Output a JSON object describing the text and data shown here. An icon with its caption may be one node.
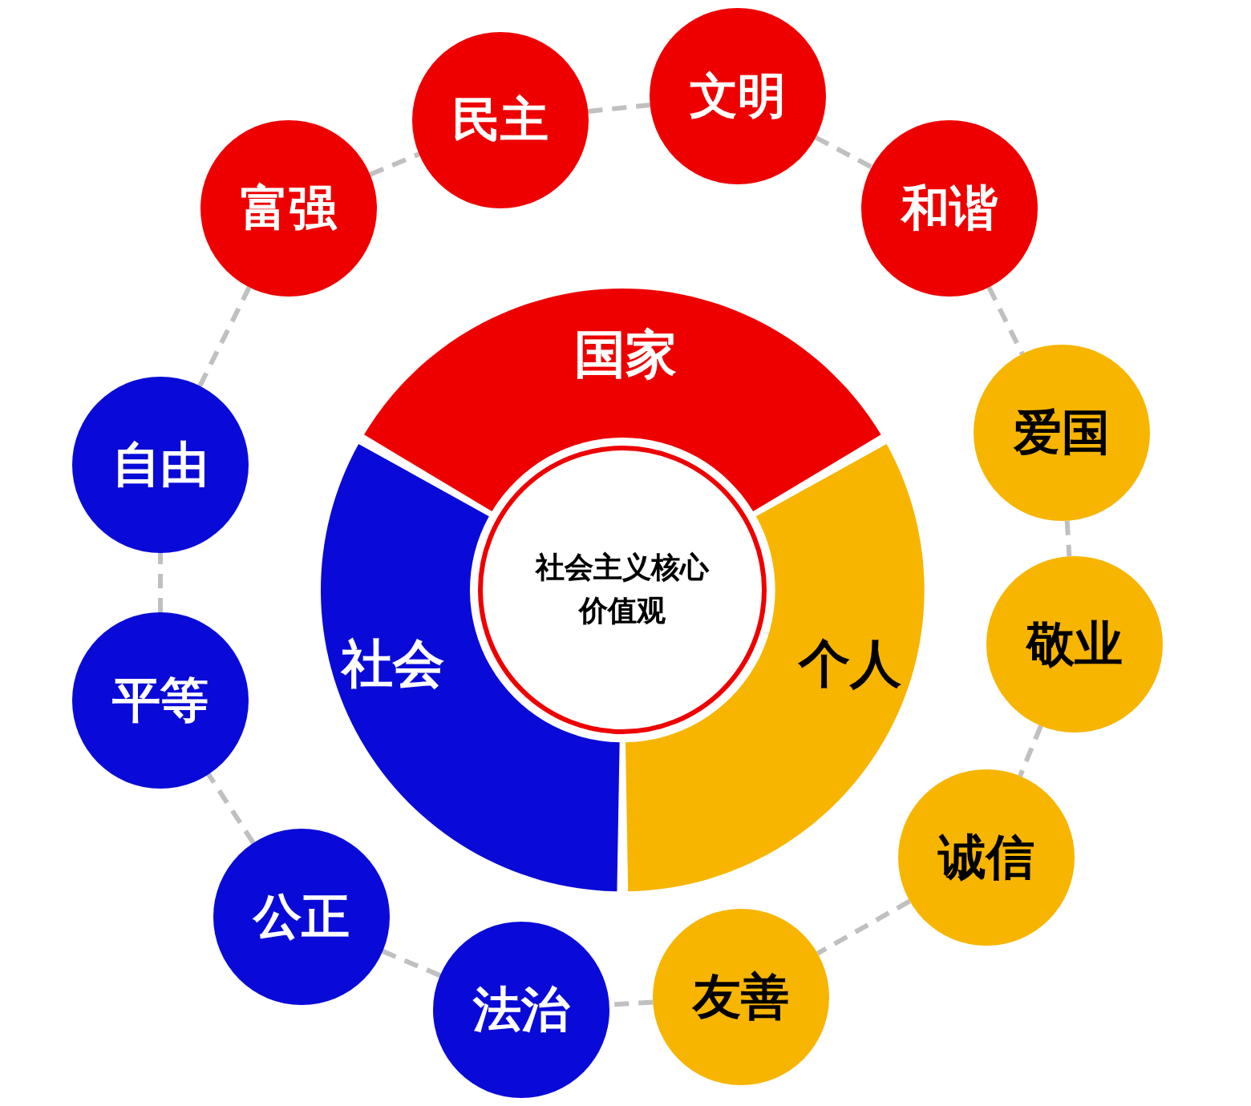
{
  "diagram": {
    "nodes": [
      {
        "text": [
          "社会主义核心价值观"
        ]
      },
      {
        "text": [
          "国家"
        ]
      },
      {
        "text": [
          "社会"
        ]
      },
      {
        "text": [
          "个人"
        ]
      },
      {
        "text": [
          "富强"
        ]
      },
      {
        "text": [
          "民主"
        ]
      },
      {
        "text": [
          "文明"
        ]
      },
      {
        "text": [
          "和谐"
        ]
      },
      {
        "text": [
          "爱国"
        ]
      },
      {
        "text": [
          "敬业"
        ]
      },
      {
        "text": [
          "诚信"
        ]
      },
      {
        "text": [
          "友善"
        ]
      },
      {
        "text": [
          "法治"
        ]
      },
      {
        "text": [
          "公正"
        ]
      },
      {
        "text": [
          "平等"
        ]
      },
      {
        "text": [
          "自由"
        ]
      }
    ],
    "edges": [
      {
        "from": 4,
        "to": 5,
        "arrow": "none",
        "style": "dashed"
      },
      {
        "from": 5,
        "to": 6,
        "arrow": "none",
        "style": "dashed"
      },
      {
        "from": 6,
        "to": 7,
        "arrow": "none",
        "style": "dashed"
      },
      {
        "from": 7,
        "to": 8,
        "arrow": "none",
        "style": "dashed"
      },
      {
        "from": 8,
        "to": 9,
        "arrow": "none",
        "style": "dashed"
      },
      {
        "from": 9,
        "to": 10,
        "arrow": "none",
        "style": "dashed"
      },
      {
        "from": 10,
        "to": 11,
        "arrow": "none",
        "style": "dashed"
      },
      {
        "from": 11,
        "to": 12,
        "arrow": "none",
        "style": "dashed"
      },
      {
        "from": 12,
        "to": 13,
        "arrow": "none",
        "style": "dashed"
      },
      {
        "from": 13,
        "to": 14,
        "arrow": "none",
        "style": "dashed"
      },
      {
        "from": 14,
        "to": 15,
        "arrow": "none",
        "style": "dashed"
      },
      {
        "from": 15,
        "to": 4,
        "arrow": "none",
        "style": "dashed"
      }
    ]
  }
}
